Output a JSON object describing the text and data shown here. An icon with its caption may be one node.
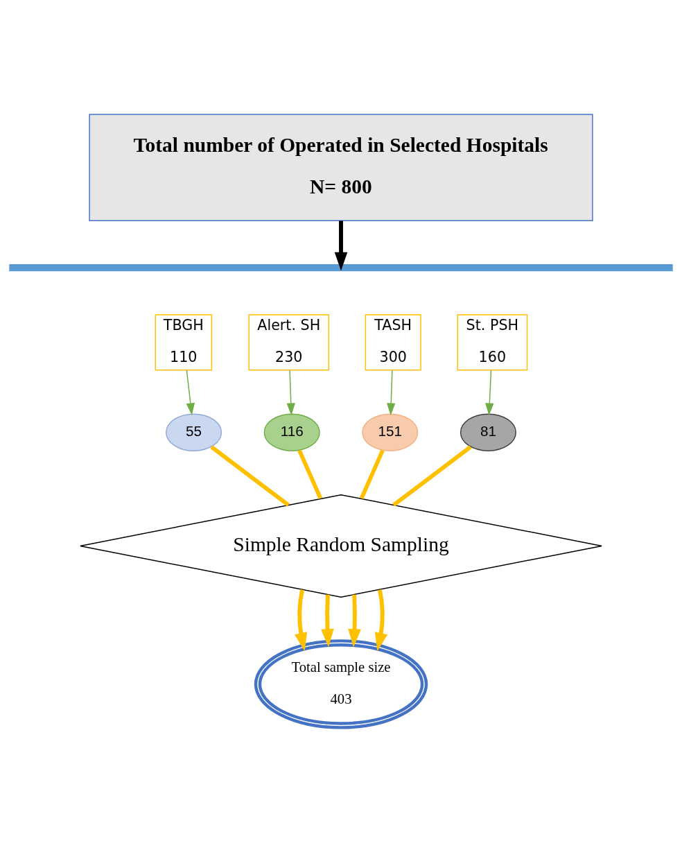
{
  "diagram": {
    "nodes": [
      {
        "text": [
          "Total number of Operated in Selected Hospitals",
          "N= 800"
        ]
      },
      {
        "text": [],
        "shape": "bar"
      },
      {
        "text": [
          "TBGH",
          "110"
        ]
      },
      {
        "text": [
          "Alert. SH",
          "230"
        ]
      },
      {
        "text": [
          "TASH",
          "300"
        ]
      },
      {
        "text": [
          "St. PSH",
          "160"
        ]
      },
      {
        "text": [
          "55"
        ]
      },
      {
        "text": [
          "116"
        ]
      },
      {
        "text": [
          "151"
        ]
      },
      {
        "text": [
          "81"
        ]
      },
      {
        "text": [
          "Simple Random Sampling"
        ]
      },
      {
        "text": [
          "Total sample size",
          "403"
        ]
      }
    ],
    "edges": [
      {
        "from": 0,
        "to": 1,
        "arrow": "to",
        "color": "#000000"
      },
      {
        "from": 2,
        "to": 6,
        "arrow": "to",
        "color": "#70ad47"
      },
      {
        "from": 3,
        "to": 7,
        "arrow": "to",
        "color": "#70ad47"
      },
      {
        "from": 4,
        "to": 8,
        "arrow": "to",
        "color": "#70ad47"
      },
      {
        "from": 5,
        "to": 9,
        "arrow": "to",
        "color": "#70ad47"
      },
      {
        "from": 6,
        "to": 10,
        "arrow": "none"
      },
      {
        "from": 7,
        "to": 10,
        "arrow": "none"
      },
      {
        "from": 8,
        "to": 10,
        "arrow": "none"
      },
      {
        "from": 9,
        "to": 10,
        "arrow": "none"
      },
      {
        "from": 10,
        "to": 11,
        "arrow": "to"
      },
      {
        "from": 10,
        "to": 11,
        "arrow": "to"
      },
      {
        "from": 10,
        "to": 11,
        "arrow": "to"
      },
      {
        "from": 10,
        "to": 11,
        "arrow": "to"
      }
    ]
  }
}
